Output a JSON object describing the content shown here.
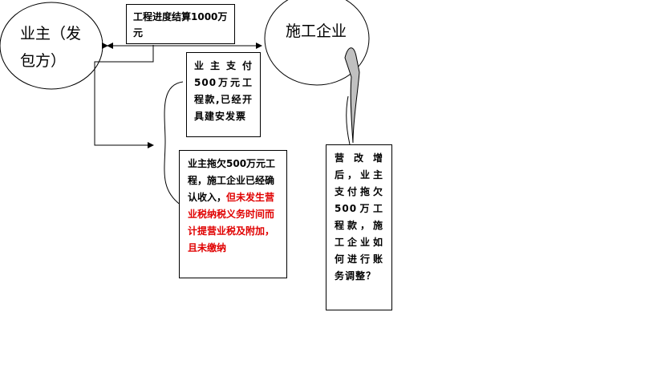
{
  "nodes": {
    "owner": {
      "line1": "业主（发",
      "line2": "包方）"
    },
    "contractor": {
      "label": "施工企业"
    }
  },
  "boxes": {
    "settlement": {
      "text": "工程进度结算1000万元"
    },
    "payment": {
      "text": "业主支付500万元工程款,已经开具建安发票"
    },
    "arrears": {
      "text_black": "业主拖欠500万元工程，施工企业已经确认收入，",
      "text_red": "但未发生营业税纳税义务时间而计提营业税及附加，且未缴纳"
    },
    "question": {
      "text": "营改增后，业主支付拖欠500万工程款，施工企业如何进行账务调整？"
    }
  },
  "colors": {
    "highlight": "#e00000",
    "callout_fill": "#c0c0c0"
  }
}
